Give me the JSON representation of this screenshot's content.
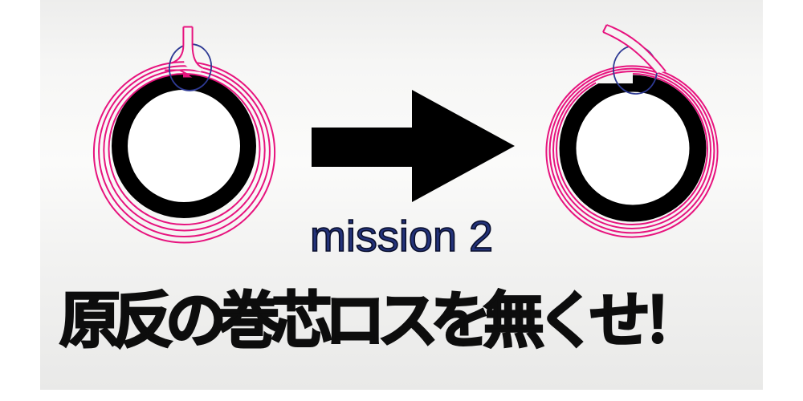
{
  "texts": {
    "mission": "mission 2",
    "headline": "原反の巻芯ロスを無くせ！"
  },
  "colors": {
    "film_pink": "#e7137e",
    "annotation_navy": "#2e3a94",
    "core_black": "#000000",
    "mission_fill": "#233279",
    "mission_outline": "#0a0f2d",
    "headline_black": "#0d0d0d",
    "background_top": "#ededec",
    "background_middle": "#fbfbfa",
    "background_bottom": "#e9e9e8"
  },
  "figures": {
    "left_roll": "wound-roll-before-icon",
    "right_roll": "wound-roll-after-icon",
    "arrow": "right-arrow-icon",
    "left_annotation": "tail-junction-highlight-circle",
    "right_annotation": "tail-junction-highlight-circle"
  }
}
